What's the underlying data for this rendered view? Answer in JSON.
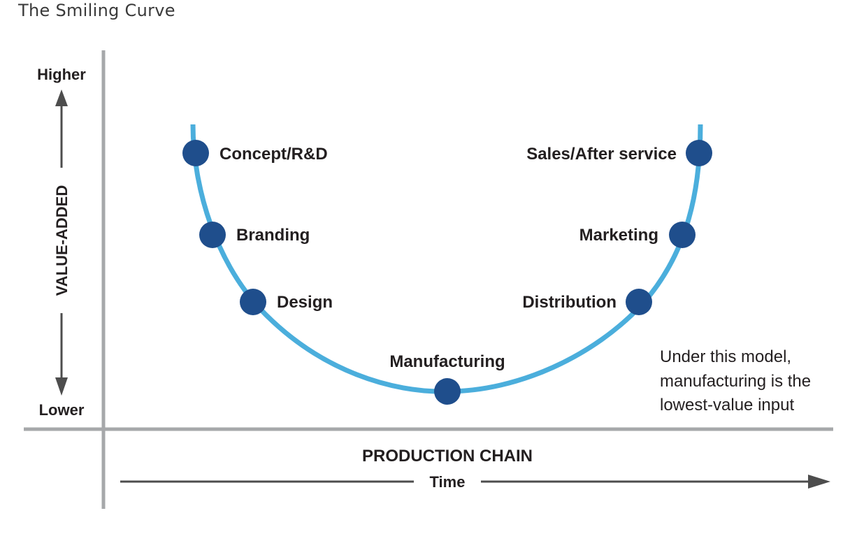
{
  "title": "The Smiling Curve",
  "y_axis": {
    "label": "VALUE-ADDED",
    "top": "Higher",
    "bottom": "Lower"
  },
  "x_axis": {
    "label": "PRODUCTION CHAIN",
    "sublabel": "Time"
  },
  "stages": [
    {
      "label": "Concept/R&D",
      "side": "left"
    },
    {
      "label": "Branding",
      "side": "left"
    },
    {
      "label": "Design",
      "side": "left"
    },
    {
      "label": "Manufacturing",
      "side": "center"
    },
    {
      "label": "Distribution",
      "side": "right"
    },
    {
      "label": "Marketing",
      "side": "right"
    },
    {
      "label": "Sales/After service",
      "side": "right"
    }
  ],
  "note": {
    "line1": "Under this model,",
    "line2": "manufacturing is the",
    "line3": "lowest-value input"
  },
  "colors": {
    "curve": "#4baedc",
    "node": "#1f4e8c",
    "axis": "#a6a8aa",
    "arrow": "#4d4d4d",
    "text": "#231f20"
  }
}
